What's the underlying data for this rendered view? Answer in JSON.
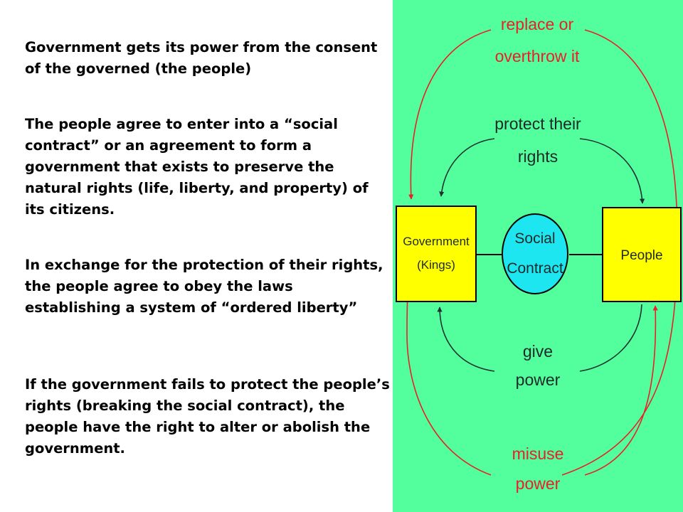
{
  "paragraphs": [
    "Government gets its power from the consent of the governed (the people)",
    "The people agree to enter into a “social contract” or an agreement to form a government that exists to preserve the natural rights (life, liberty, and property) of its citizens.",
    "In exchange for the protection of their rights, the people agree to obey the laws establishing a system of “ordered liberty”",
    "If the government fails to protect the people’s rights (breaking the social contract), the people have the right to alter or abolish the government."
  ],
  "diagram": {
    "colors": {
      "background": "#52ff9c",
      "box_fill": "#ffff00",
      "circle_fill": "#1ee6f0",
      "connector": "#000000",
      "red_arrow": "#e8202a",
      "dark_arrow": "#1e3232",
      "label_text": "#1e2a2a"
    },
    "government_box": {
      "line1": "Government",
      "line2": "(Kings)"
    },
    "people_box": {
      "label": "People"
    },
    "center_circle": {
      "line1": "Social",
      "line2": "Contract"
    },
    "labels": {
      "replace_line1": "replace or",
      "replace_line2": "overthrow it",
      "protect_line1": "protect their",
      "protect_line2": "rights",
      "give_line1": "give",
      "give_line2": "power",
      "misuse_line1": "misuse",
      "misuse_line2": "power"
    }
  }
}
